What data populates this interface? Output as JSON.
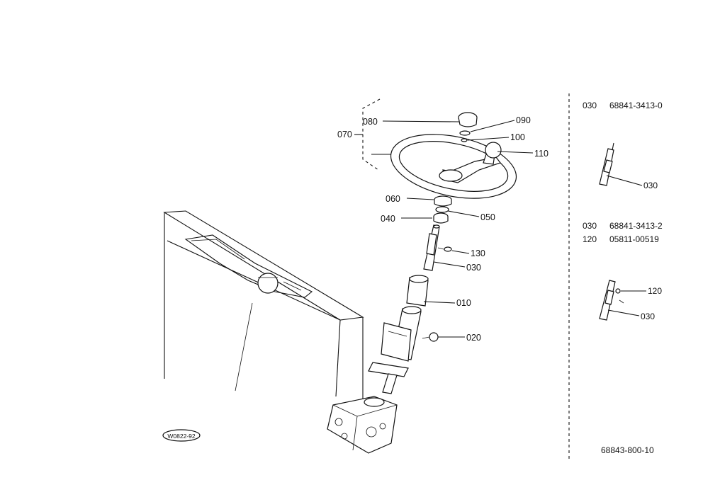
{
  "callouts": {
    "c080": "080",
    "c090": "090",
    "c070": "070",
    "c100": "100",
    "c110": "110",
    "c060": "060",
    "c050": "050",
    "c040": "040",
    "c130": "130",
    "c030": "030",
    "c010": "010",
    "c020": "020"
  },
  "variants": {
    "variant_a": {
      "line1_no": "030",
      "line1_part": "68841-3413-0",
      "callout": "030"
    },
    "variant_b": {
      "line1_no": "030",
      "line1_part": "68841-3413-2",
      "line2_no": "120",
      "line2_part": "05811-00519",
      "callout_120": "120",
      "callout_030": "030"
    }
  },
  "footer": {
    "stamp": "W0822-92",
    "drawing_number": "68843-800-10"
  }
}
